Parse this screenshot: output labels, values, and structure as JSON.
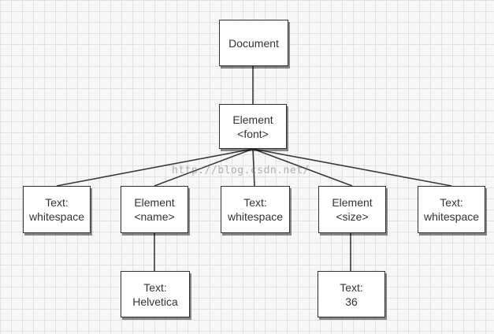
{
  "nodes": {
    "document": {
      "line1": "Document",
      "line2": ""
    },
    "font": {
      "line1": "Element",
      "line2": "<font>"
    },
    "ws1": {
      "line1": "Text:",
      "line2": "whitespace"
    },
    "name": {
      "line1": "Element",
      "line2": "<name>"
    },
    "ws2": {
      "line1": "Text:",
      "line2": "whitespace"
    },
    "size": {
      "line1": "Element",
      "line2": "<size>"
    },
    "ws3": {
      "line1": "Text:",
      "line2": "whitespace"
    },
    "helvetica": {
      "line1": "Text:",
      "line2": "Helvetica"
    },
    "num36": {
      "line1": "Text:",
      "line2": "36"
    }
  },
  "watermark": "http://blog.csdn.net/"
}
